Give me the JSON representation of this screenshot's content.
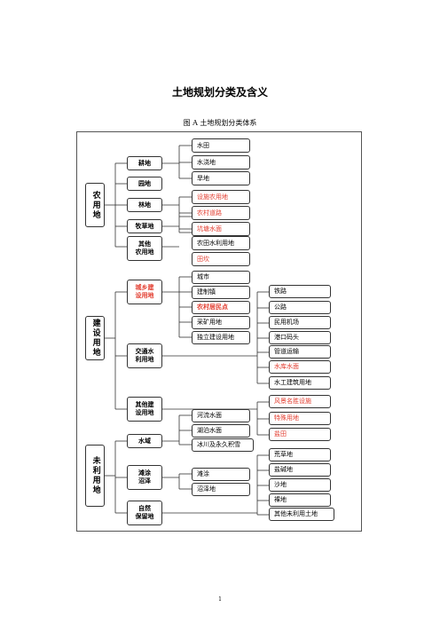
{
  "title": "土地规划分类及含义",
  "subtitle": "图 A  土地规划分类体系",
  "page_number": "1",
  "colors": {
    "highlight": "#e23a2c",
    "line": "#333333"
  },
  "level1": {
    "agri": "农用地",
    "build": "建设用地",
    "unused": "未利用地"
  },
  "level2": {
    "farmland": "耕地",
    "garden": "园地",
    "forest": "林地",
    "pasture": "牧草地",
    "other_agri_1": "其他",
    "other_agri_2": "农用地",
    "urban_rural_1": "城乡建",
    "urban_rural_2": "设用地",
    "transport_1": "交通水",
    "transport_2": "利用地",
    "other_build_1": "其他建",
    "other_build_2": "设用地",
    "water": "水域",
    "tidal_1": "滩涂",
    "tidal_2": "沼泽",
    "natural_1": "自然",
    "natural_2": "保留地"
  },
  "level3": {
    "paddy": "水田",
    "irrigated": "水浇地",
    "dry": "旱地",
    "facility": "设施农用地",
    "rural_road": "农村道路",
    "pond": "坑塘水面",
    "irrigation": "农田水利用地",
    "ridge": "田坎",
    "city": "城市",
    "town": "建制镇",
    "village": "农村居民点",
    "mining": "采矿用地",
    "independent": "独立建设用地",
    "river": "河流水面",
    "lake": "湖泊水面",
    "glacier": "冰川及永久积雪",
    "tidal_flat": "滩涂",
    "swamp": "沼泽地"
  },
  "level4": {
    "railway": "铁路",
    "highway": "公路",
    "airport": "民用机场",
    "port": "港口码头",
    "pipeline": "管道运输",
    "reservoir": "水库水面",
    "hydraulic": "水工建筑用地",
    "scenic": "风景名胜设施",
    "special": "特殊用地",
    "salt": "盐田",
    "grass": "荒草地",
    "saline": "盐碱地",
    "sand": "沙地",
    "bare": "裸地",
    "other_unused": "其他未利用土地"
  }
}
